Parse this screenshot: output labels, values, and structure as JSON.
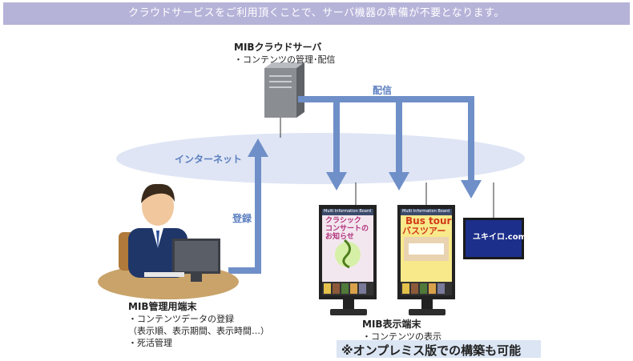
{
  "banner": "クラウドサービスをご利用頂くことで、サーバ機器の準備が不要となります。",
  "server": {
    "title": "MIBクラウドサーバ",
    "desc": "・コンテンツの管理･配信"
  },
  "labels": {
    "internet": "インターネット",
    "delivery": "配信",
    "register": "登録"
  },
  "admin": {
    "title": "MIB管理用端末",
    "line1": "・コンテンツデータの登録",
    "line2": "（表示順、表示期間、表示時間…）",
    "line3": "・死活管理"
  },
  "display": {
    "title": "MIB表示端末",
    "desc": "・コンテンツの表示"
  },
  "note": "※オンプレミス版での構築も可能",
  "screens": {
    "board_header": "Multi Information Board",
    "screen1_title": "クラシック\nコンサートの\nお知らせ",
    "screen2_title_en": "Bus tour",
    "screen2_title_jp": "バスツアー",
    "screen3_text": "ユキイロ.com"
  },
  "colors": {
    "banner": "#b6b3d9",
    "arrow": "#6f8fc8",
    "cloud": "#dfe5f4",
    "label": "#5b7fc0"
  }
}
